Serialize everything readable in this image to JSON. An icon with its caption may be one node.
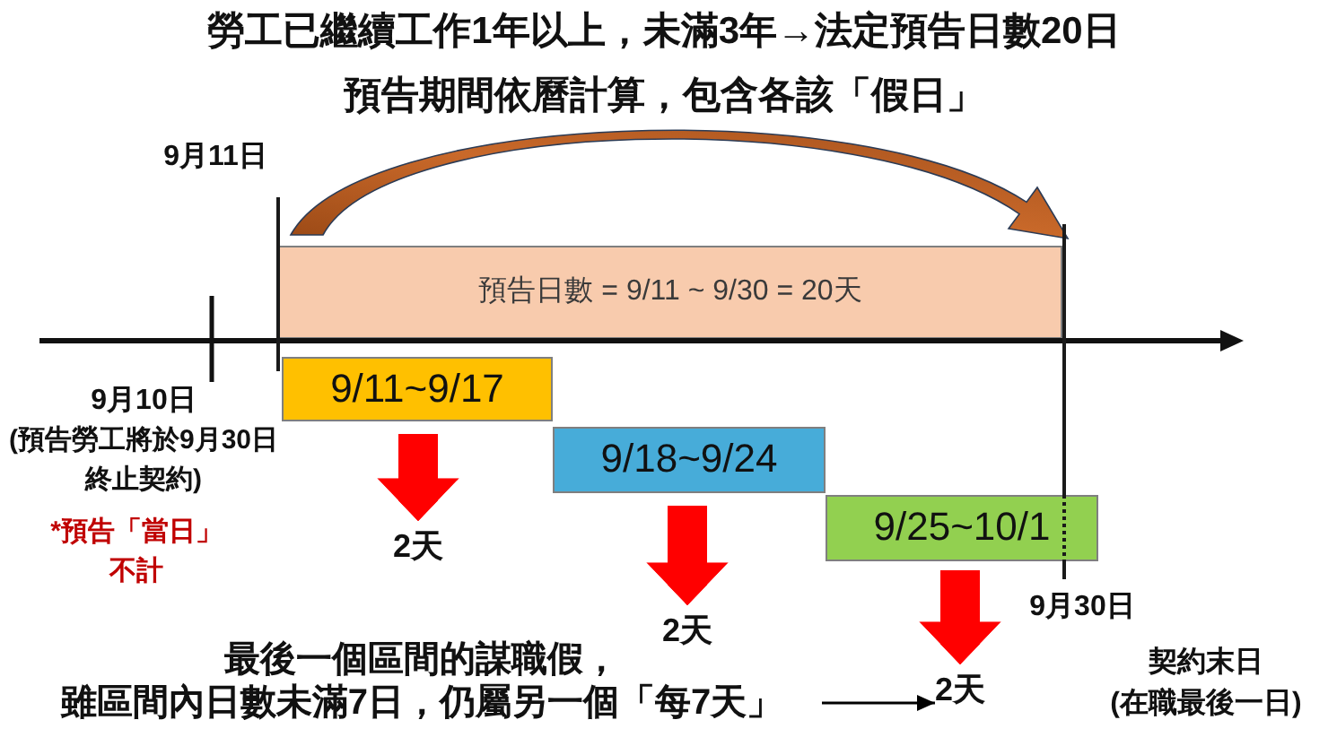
{
  "diagram": {
    "title": "勞工已繼續工作1年以上，未滿3年→法定預告日數20日",
    "nodes": [
      {
        "text": [
          "預告日數 = 9/11 ~ 9/30 = 20天"
        ]
      },
      {
        "text": [
          "9/11~9/17"
        ]
      },
      {
        "text": [
          "9/18~9/24"
        ]
      },
      {
        "text": [
          "9/25~10/1"
        ]
      },
      {
        "text": [
          "2天"
        ]
      },
      {
        "text": [
          "2天"
        ]
      },
      {
        "text": [
          "最後一個區間的謀職假，",
          "雖區間內日數未滿7日，仍屬另一個「每7天」"
        ]
      },
      {
        "text": [
          "2天"
        ]
      }
    ],
    "edges": [
      {
        "from": 1,
        "to": 4,
        "arrow": "to",
        "color": "#ff0000"
      },
      {
        "from": 2,
        "to": 5,
        "arrow": "to",
        "color": "#ff0000"
      },
      {
        "from": 3,
        "to": 7,
        "arrow": "to",
        "color": "#ff0000"
      },
      {
        "from": 6,
        "to": 7,
        "arrow": "to",
        "color": "#000000"
      }
    ],
    "labels": [
      "預告期間依曆計算，包含各該「假日」",
      "9月11日",
      "9月10日",
      "(預告勞工將於9月30日終止契約)",
      "*預告「當日」不計",
      "9月30日",
      "契約末日",
      "(在職最後一日)"
    ]
  }
}
